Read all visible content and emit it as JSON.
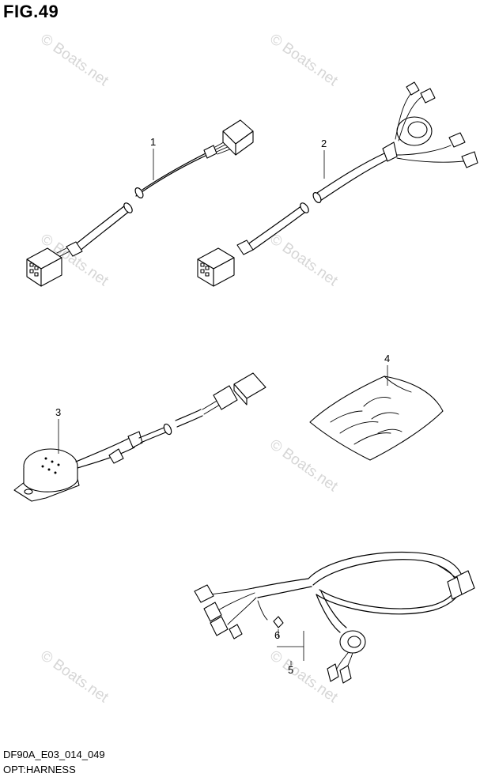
{
  "figure": {
    "title": "FIG.49"
  },
  "footer": {
    "code": "DF90A_E03_014_049",
    "name": "OPT:HARNESS"
  },
  "watermark": {
    "text": "© Boats.net",
    "color": "#d6d6d6"
  },
  "callouts": [
    {
      "id": "1",
      "label": "1"
    },
    {
      "id": "2",
      "label": "2"
    },
    {
      "id": "3",
      "label": "3"
    },
    {
      "id": "4",
      "label": "4"
    },
    {
      "id": "5",
      "label": "5"
    },
    {
      "id": "6",
      "label": "6"
    }
  ]
}
